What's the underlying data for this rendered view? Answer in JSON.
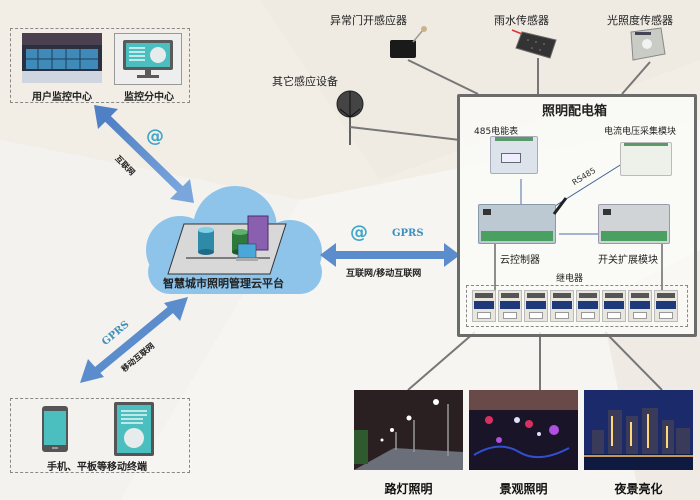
{
  "title": "智慧城市照明管理云平台",
  "monitor_group": {
    "items": [
      {
        "label": "用户监控中心",
        "icon": "control-room-photo"
      },
      {
        "label": "监控分中心",
        "icon": "monitor-icon"
      }
    ]
  },
  "mobile_group": {
    "label": "手机、平板等移动终端",
    "icons": [
      "phone-icon",
      "tablet-icon"
    ]
  },
  "links": {
    "monitor_link": {
      "symbol": "@",
      "label": "互联网"
    },
    "mobile_link": {
      "protocol": "GPRS",
      "label": "移动互联网"
    },
    "box_link": {
      "symbol": "@",
      "protocol": "GPRS",
      "label": "互联网/移动互联网"
    },
    "rs485": "RS485"
  },
  "sensors": [
    {
      "label": "异常门开感应器",
      "icon": "door-switch-sensor"
    },
    {
      "label": "雨水传感器",
      "icon": "rain-sensor"
    },
    {
      "label": "光照度传感器",
      "icon": "light-sensor"
    },
    {
      "label": "其它感应设备",
      "icon": "generic-sensor"
    }
  ],
  "distribution_box": {
    "title": "照明配电箱",
    "meter": "485电能表",
    "acquisition": "电流电压采集模块",
    "controller": "云控制器",
    "expansion": "开关扩展模块",
    "relays_label": "继电器",
    "relay_count": 8
  },
  "outputs": [
    {
      "label": "路灯照明",
      "icon": "street-light-photo"
    },
    {
      "label": "景观照明",
      "icon": "landscape-light-photo"
    },
    {
      "label": "夜景亮化",
      "icon": "night-city-photo"
    }
  ],
  "colors": {
    "arrow": "#5b8ccc",
    "cloud": "#8ec3ea",
    "teal": "#4bbfbf",
    "box_border": "#6b6b6b"
  }
}
